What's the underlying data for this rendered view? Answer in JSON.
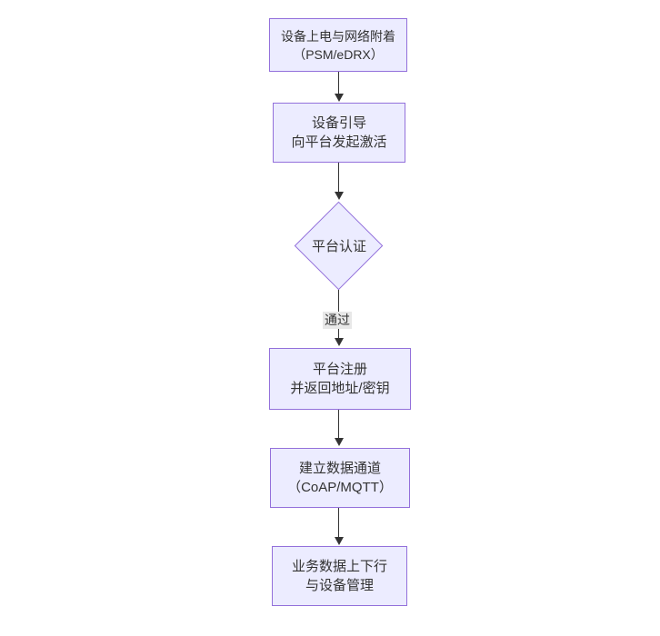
{
  "diagram": {
    "type": "flowchart-vertical",
    "background": "#ffffff",
    "colors": {
      "node_fill": "#ECECFF",
      "node_border": "#9370DB",
      "text": "#333333",
      "edge_line": "#333333",
      "edge_label_bg": "#e8e8e8"
    },
    "nodes": [
      {
        "id": "power_attach",
        "shape": "rect",
        "lines": [
          "设备上电与网络附着",
          "（PSM/eDRX）"
        ]
      },
      {
        "id": "bootstrap",
        "shape": "rect",
        "lines": [
          "设备引导",
          "向平台发起激活"
        ]
      },
      {
        "id": "platform_auth",
        "shape": "diamond",
        "lines": [
          "平台认证"
        ]
      },
      {
        "id": "register",
        "shape": "rect",
        "lines": [
          "平台注册",
          "并返回地址/密钥"
        ]
      },
      {
        "id": "data_channel",
        "shape": "rect",
        "lines": [
          "建立数据通道",
          "（CoAP/MQTT）"
        ]
      },
      {
        "id": "business_data",
        "shape": "rect",
        "lines": [
          "业务数据上下行",
          "与设备管理"
        ]
      }
    ],
    "edges": [
      {
        "from": "power_attach",
        "to": "bootstrap",
        "label": ""
      },
      {
        "from": "bootstrap",
        "to": "platform_auth",
        "label": ""
      },
      {
        "from": "platform_auth",
        "to": "register",
        "label": "通过"
      },
      {
        "from": "register",
        "to": "data_channel",
        "label": ""
      },
      {
        "from": "data_channel",
        "to": "business_data",
        "label": ""
      }
    ]
  }
}
